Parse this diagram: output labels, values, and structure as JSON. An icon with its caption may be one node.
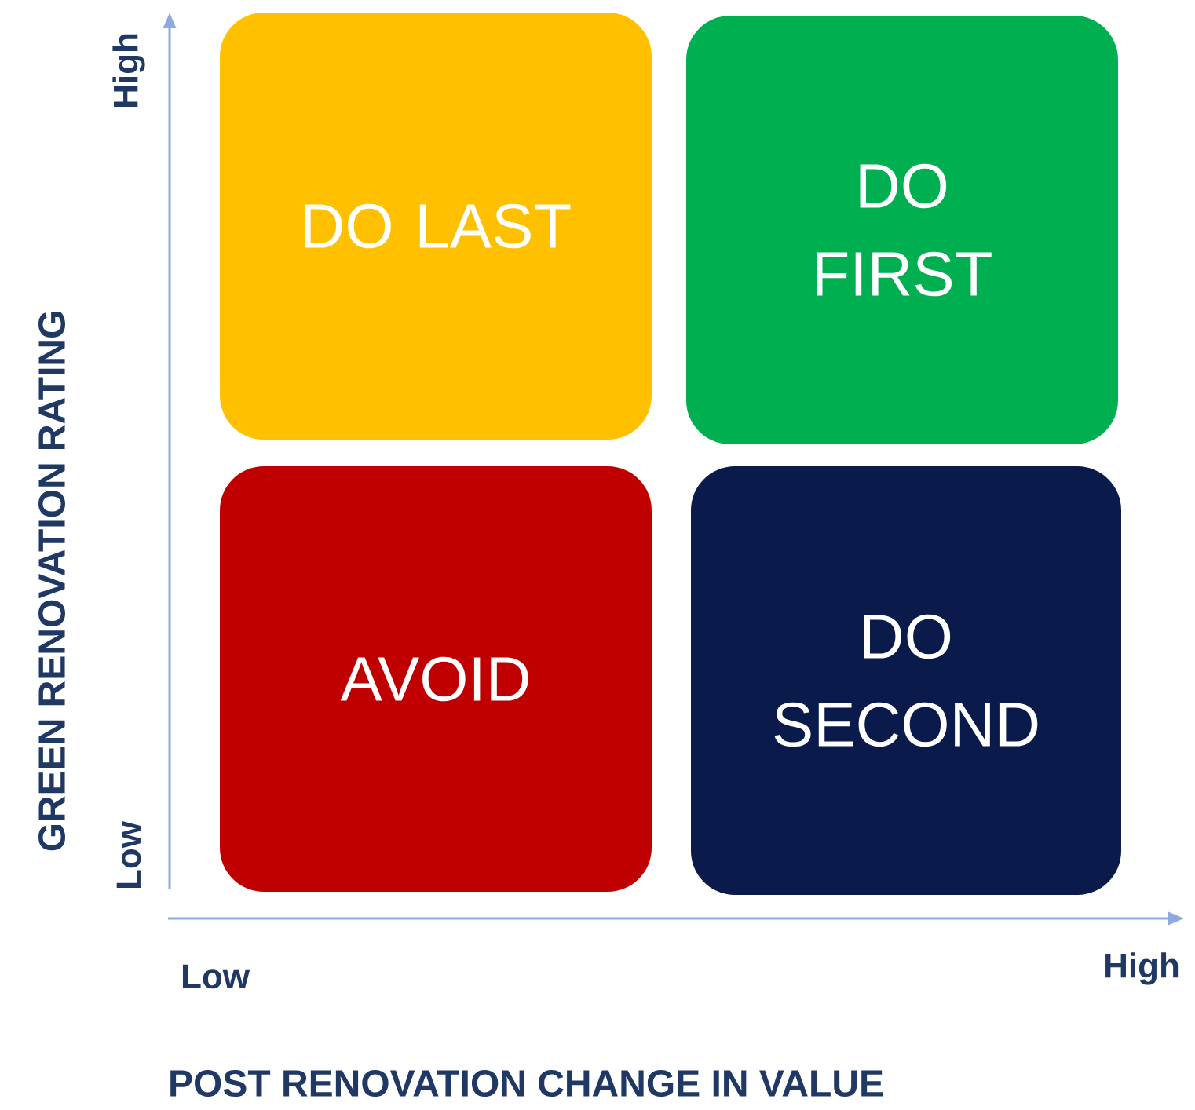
{
  "diagram": {
    "nodes": [
      {
        "text": [
          "DO LAST"
        ]
      },
      {
        "text": [
          "DO FIRST"
        ]
      },
      {
        "text": [
          "AVOID"
        ]
      },
      {
        "text": [
          "DO SECOND"
        ]
      }
    ],
    "labels": [
      "High",
      "GREEN RENOVATION RATING",
      "Low",
      "Low",
      "High",
      "POST RENOVATION CHANGE IN VALUE"
    ]
  }
}
